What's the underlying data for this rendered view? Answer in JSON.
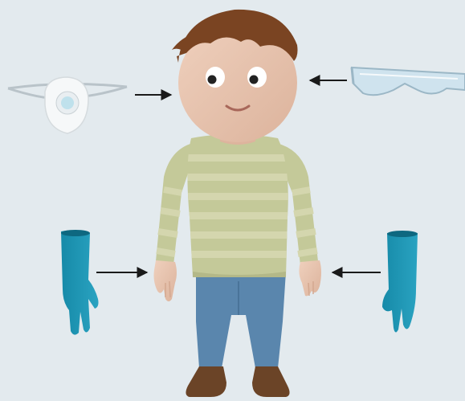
{
  "figure": {
    "background": "#e3eaee",
    "subject": "person",
    "equipment": [
      {
        "name": "dust-mask",
        "points_to": "face"
      },
      {
        "name": "safety-goggles",
        "points_to": "eyes"
      },
      {
        "name": "left-rubber-glove",
        "points_to": "left-hand"
      },
      {
        "name": "right-rubber-glove",
        "points_to": "right-hand"
      }
    ]
  },
  "colors": {
    "skin": "#e8c3ae",
    "hair": "#7a4422",
    "sweater": "#c4c999",
    "sweater_stripe": "#d4d6ae",
    "jeans": "#5a86ad",
    "shoes": "#6b4427",
    "glove": "#1f94b3",
    "goggles": "#cfe3ee",
    "mask": "#f6f8f9",
    "arrow": "#1a1a1a"
  }
}
